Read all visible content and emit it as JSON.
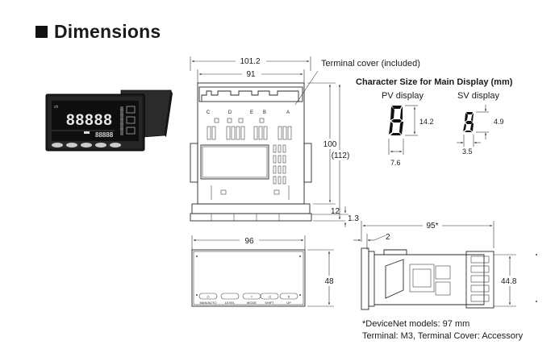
{
  "title": "Dimensions",
  "callouts": {
    "terminal_cover": "Terminal cover (included)",
    "char_size_title": "Character Size for Main Display (mm)",
    "pv_display": "PV display",
    "sv_display": "SV display"
  },
  "dimensions": {
    "front_outer_width": "101.2",
    "front_inner_width": "91",
    "front_height": "100",
    "front_height_total": "(112)",
    "front_bottom": "12",
    "front_step": "1.3",
    "bottom_width": "96",
    "bottom_height": "48",
    "side_depth": "95*",
    "side_offset": "2",
    "side_height": "44.8",
    "pv_char_height": "14.2",
    "pv_char_width": "7.6",
    "sv_char_height": "4.9",
    "sv_char_width": "3.5"
  },
  "device": {
    "pv_readout": "88888",
    "sv_readout": "88888",
    "key_labels": [
      "MAN/AUTO",
      "LEVEL",
      "MODE",
      "SHIFT",
      "UP"
    ],
    "terminal_labels": [
      "C",
      "D",
      "E",
      "B",
      "A"
    ]
  },
  "notes": {
    "devicenet": "*DeviceNet models: 97 mm",
    "terminal": "Terminal: M3, Terminal Cover: Accessory"
  }
}
